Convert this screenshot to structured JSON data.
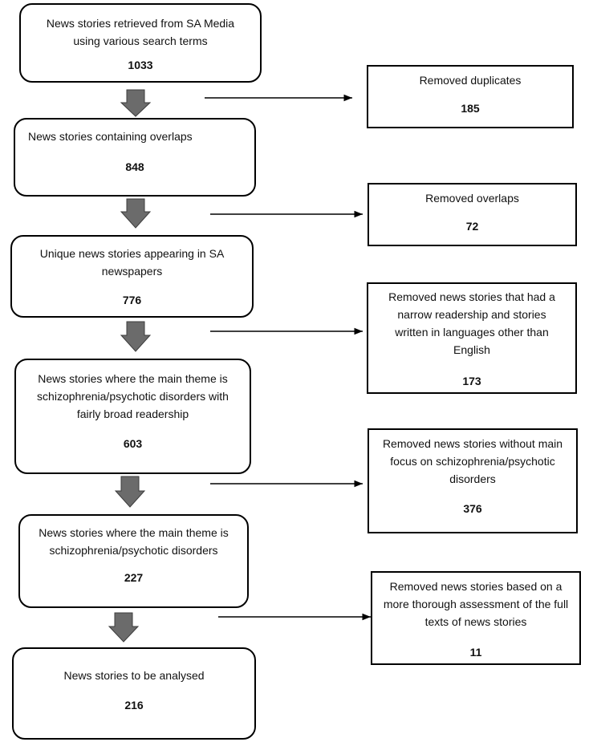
{
  "main_steps": [
    {
      "text": "News stories retrieved from SA Media using various search terms",
      "count": "1033"
    },
    {
      "text": "News stories containing overlaps",
      "count": "848"
    },
    {
      "text": "Unique news stories appearing in SA newspapers",
      "count": "776"
    },
    {
      "text": "News stories where the main theme is schizophrenia/psychotic disorders with fairly broad readership",
      "count": "603"
    },
    {
      "text": "News stories where the main theme is schizophrenia/psychotic disorders",
      "count": "227"
    },
    {
      "text": "News stories to be analysed",
      "count": "216"
    }
  ],
  "exclusions": [
    {
      "text": "Removed duplicates",
      "count": "185"
    },
    {
      "text": "Removed overlaps",
      "count": "72"
    },
    {
      "text": "Removed news stories that had a narrow readership and stories written in languages other than English",
      "count": "173"
    },
    {
      "text": "Removed news stories without main focus on schizophrenia/psychotic disorders",
      "count": "376"
    },
    {
      "text": "Removed news stories based on a more thorough assessment of the full texts of news stories",
      "count": "11"
    }
  ],
  "colors": {
    "arrow_fill": "#6b6b6b",
    "arrow_stroke": "#3c3c3c",
    "border": "#000000"
  }
}
